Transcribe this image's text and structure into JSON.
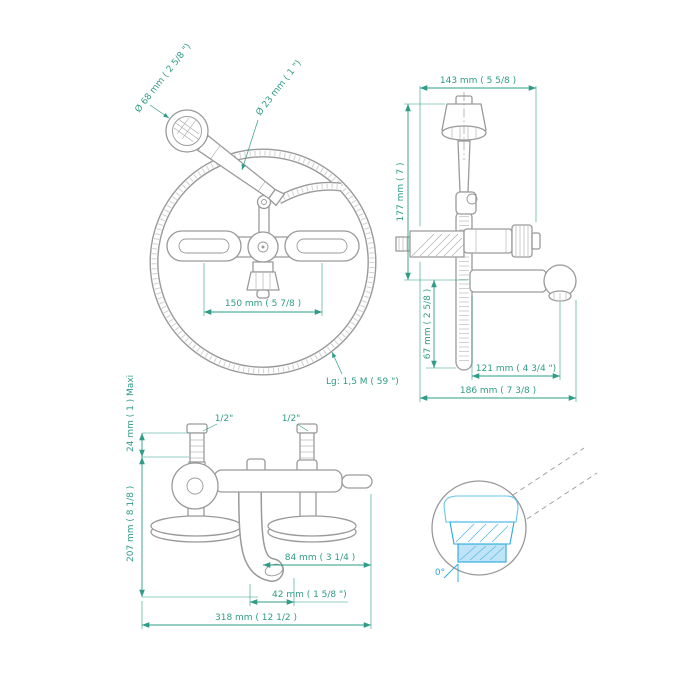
{
  "drawing_title": "bath-shower-mixer-technical-drawing",
  "colors": {
    "dimension_green": "#2E9C86",
    "line_gray": "#9a9a9a",
    "detail_blue": "#29a8e0",
    "detail_fill": "#bfe4f7"
  },
  "views": {
    "front_with_hose": {
      "labels": {
        "head_dia": "Ø 68 mm ( 2 5/8 \")",
        "handle_dia": "Ø 23 mm ( 1 \")",
        "centers": "150 mm ( 5 7/8 )",
        "hose_len": "Lg: 1,5 M ( 59 \")"
      }
    },
    "side": {
      "labels": {
        "width_top": "143 mm ( 5 5/8 )",
        "height_upper": "177 mm ( 7 )",
        "height_lower": "67 mm ( 2 5/8 )",
        "spout_reach": "121 mm ( 4 3/4 \")",
        "depth_total": "186 mm ( 7 3/8 )"
      }
    },
    "front_dimensions": {
      "labels": {
        "deck_max": "24 mm ( 1 ) Maxi",
        "height_total": "207 mm ( 8 1/8 )",
        "inlet_left": "1/2\"",
        "inlet_right": "1/2\"",
        "dim_84": "84 mm ( 3 1/4 )",
        "dim_42": "42 mm ( 1 5/8 \")",
        "width_total": "318 mm ( 12 1/2 )"
      }
    },
    "detail": {
      "labels": {
        "angle": "0°"
      }
    }
  }
}
